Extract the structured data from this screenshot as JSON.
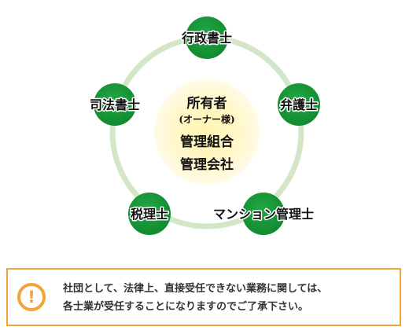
{
  "diagram": {
    "center": {
      "line1": "所有者",
      "line2": "(オーナー様)",
      "line3": "管理組合",
      "line4": "管理会社"
    },
    "nodes": [
      {
        "id": "gyoseishoshi",
        "label": "行政書士"
      },
      {
        "id": "bengoshi",
        "label": "弁護士"
      },
      {
        "id": "mansion",
        "label": "マンション管理士"
      },
      {
        "id": "zeirishi",
        "label": "税理士"
      },
      {
        "id": "shihoshoshi",
        "label": "司法書士"
      }
    ],
    "colors": {
      "node_fill": "#1a9a3a",
      "ring": "#d3e6c8",
      "center_glow": "#fffbe0",
      "center_core": "#fff3a8"
    }
  },
  "notice": {
    "icon": "exclamation-icon",
    "line1": "社団として、法律上、直接受任できない業務に関しては、",
    "line2": "各士業が受任することになりますのでご了承下さい。",
    "border_color": "#f0a43a"
  }
}
